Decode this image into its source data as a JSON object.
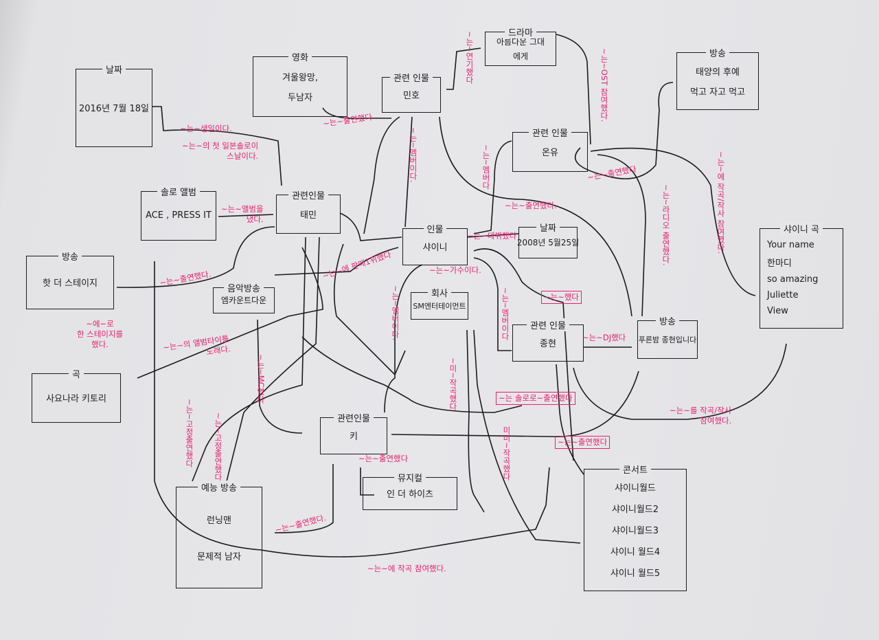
{
  "nodes": {
    "date1": {
      "title": "날짜",
      "items": [
        "2016년 7월 18일"
      ]
    },
    "movie": {
      "title": "영화",
      "items": [
        "겨울왕망,",
        "두남자"
      ]
    },
    "minho": {
      "title": "관련 인물",
      "items": [
        "민호"
      ]
    },
    "drama": {
      "title": "드라마",
      "items": [
        "아름다운 그대",
        "에게"
      ]
    },
    "broadcast1": {
      "title": "방송",
      "items": [
        "태양의 후예",
        "먹고 자고 먹고"
      ]
    },
    "onew": {
      "title": "관련 인물",
      "items": [
        "온유"
      ]
    },
    "solo_album": {
      "title": "솔로 앨범",
      "items": [
        "ACE , PRESS IT"
      ]
    },
    "taemin": {
      "title": "관련인물",
      "items": [
        "태민"
      ]
    },
    "shinee": {
      "title": "인물",
      "items": [
        "샤이니"
      ]
    },
    "date2": {
      "title": "날짜",
      "items": [
        "2008년 5월25일"
      ]
    },
    "shinee_songs": {
      "title": "샤이니 곡",
      "items": [
        "Your name",
        "한마디",
        "so amazing",
        "Juliette",
        "View"
      ]
    },
    "broadcast2": {
      "title": "방송",
      "items": [
        "핫 더 스테이지"
      ]
    },
    "music_show": {
      "title": "음악방송",
      "items": [
        "엠카운트다운"
      ]
    },
    "company": {
      "title": "회사",
      "items": [
        "SM엔터테이먼트"
      ]
    },
    "jonghyun": {
      "title": "관련 인물",
      "items": [
        "종현"
      ]
    },
    "broadcast3": {
      "title": "방송",
      "items": [
        "푸른밤 종현입니다"
      ]
    },
    "song": {
      "title": "곡",
      "items": [
        "사요나라 키토리"
      ]
    },
    "key": {
      "title": "관련인물",
      "items": [
        "키"
      ]
    },
    "musical": {
      "title": "뮤지컬",
      "items": [
        "인 더 하이츠"
      ]
    },
    "variety": {
      "title": "예능 방송",
      "items": [
        "런닝맨",
        "문제적 남자"
      ]
    },
    "concert": {
      "title": "콘서트",
      "items": [
        "샤이니월드",
        "샤이니월드2",
        "샤이니월드3",
        "샤이니 월드4",
        "샤이니 월드5"
      ]
    }
  },
  "relations": {
    "birthday": "~는~생일이다.",
    "first_japan_solo": [
      "~는~의 첫 일본솔로이",
      "스날이다."
    ],
    "released_album": [
      "~는~앨범을",
      "냈다."
    ],
    "appeared_hot": "~는~출연했다.",
    "minho_movie": "~는~출연했다",
    "minho_drama": "~는~연기했다",
    "onew_ost": "~는~OST 참여했다.",
    "minho_member": "~는~멤버이다.",
    "onew_member": "~는~멤버다",
    "onew_appeared": "~는~출연했다.",
    "onew_broadcast": "~는~출연했다",
    "jonghyun_radio": "~는~라디오 출연했다.",
    "songs_credit": "~는~에 작곡/작사 참여했다.",
    "debut": "~는~데뷔했다",
    "sales_first": "~는~에 판매1위했다",
    "singer": "~는~가수이다.",
    "key_member": "~는~멤버이다.",
    "jonghyun_member": "~는~멤버이다",
    "did": "~는~했다",
    "dj": "~는~DJ했다",
    "solo_appeared": "~는 솔로로~출연했다",
    "concert_appeared": "~는~출연했다",
    "song_credit2": [
      "~는~를 작곡/작사",
      "참여했다."
    ],
    "stage": [
      "~에~로",
      "한 스테이지를",
      "했다."
    ],
    "album_title": [
      "~는~의 앨범타이틀",
      "노래다."
    ],
    "mc": "~는~MC였다",
    "fixed_cast": "~는~고정출연했다",
    "fixed_cast2": "~는~고정출연했다",
    "key_musical": "~는~출연했다",
    "key_variety": "~는~출연했다.",
    "composed": "~는~에 작곡 참여했다.",
    "composed_v1": "~미~작곡했다",
    "composed_v2": "미미~작곡했다"
  }
}
